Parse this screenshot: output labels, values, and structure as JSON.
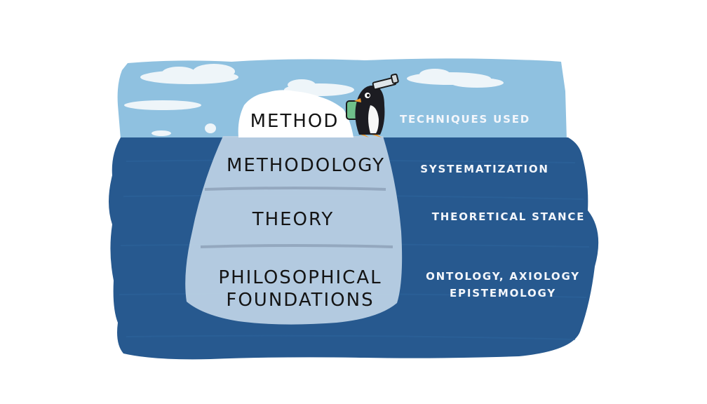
{
  "colors": {
    "sky": "#8fc1e0",
    "ocean": "#27598f",
    "ice_top": "#ffffff",
    "ice_underwater": "#b9cfe3",
    "divider": "#8ea2b8",
    "label_dark": "#141414",
    "label_light": "#f3f6fb"
  },
  "iceberg": {
    "layers": [
      {
        "id": "method",
        "name": "METHOD",
        "description": "TECHNIQUES USED",
        "position": "above-water"
      },
      {
        "id": "methodology",
        "name": "METHODOLOGY",
        "description": "SYSTEMATIZATION",
        "position": "underwater"
      },
      {
        "id": "theory",
        "name": "THEORY",
        "description": "THEORETICAL STANCE",
        "position": "underwater"
      },
      {
        "id": "philosophical-foundations",
        "name": "PHILOSOPHICAL\nFOUNDATIONS",
        "description": "ONTOLOGY, AXIOLOGY\nEPISTEMOLOGY",
        "position": "underwater"
      }
    ]
  },
  "character": {
    "type": "penguin",
    "holding": "spyglass-icon",
    "wearing": "backpack-icon"
  }
}
